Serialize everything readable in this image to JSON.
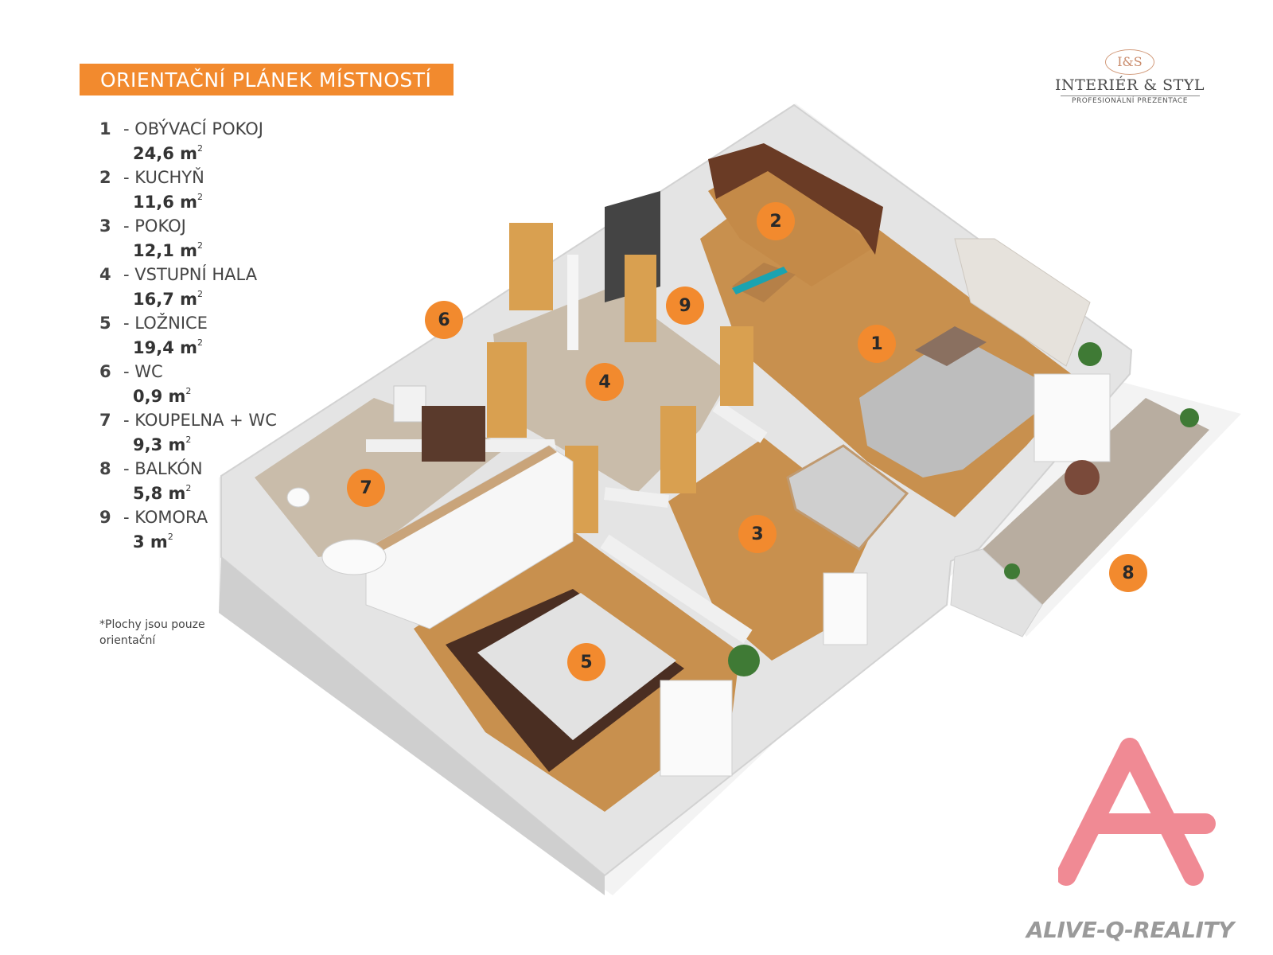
{
  "header": {
    "title": "ORIENTAČNÍ PLÁNEK MÍSTNOSTÍ"
  },
  "brand": {
    "monogram": "I&S",
    "name": "INTERIÉR & STYL",
    "tagline": "PROFESIONÁLNÍ PREZENTACE"
  },
  "legend": [
    {
      "number": "1",
      "name": "- OBÝVACÍ POKOJ",
      "area": "24,6 m",
      "unit_exp": "2"
    },
    {
      "number": "2",
      "name": "- KUCHYŇ",
      "area": "11,6 m",
      "unit_exp": "2"
    },
    {
      "number": "3",
      "name": "- POKOJ",
      "area": "12,1 m",
      "unit_exp": "2"
    },
    {
      "number": "4",
      "name": "- VSTUPNÍ HALA",
      "area": "16,7 m",
      "unit_exp": "2"
    },
    {
      "number": "5",
      "name": "- LOŽNICE",
      "area": "19,4 m",
      "unit_exp": "2"
    },
    {
      "number": "6",
      "name": "- WC",
      "area": "0,9 m",
      "unit_exp": "2"
    },
    {
      "number": "7",
      "name": "- KOUPELNA + WC",
      "area": "9,3 m",
      "unit_exp": "2"
    },
    {
      "number": "8",
      "name": "- BALKÓN",
      "area": "5,8 m",
      "unit_exp": "2"
    },
    {
      "number": "9",
      "name": "- KOMORA",
      "area": "3 m",
      "unit_exp": "2"
    }
  ],
  "note": "*Plochy jsou pouze orientační",
  "markers": [
    {
      "label": "1"
    },
    {
      "label": "2"
    },
    {
      "label": "3"
    },
    {
      "label": "4"
    },
    {
      "label": "5"
    },
    {
      "label": "6"
    },
    {
      "label": "7"
    },
    {
      "label": "8"
    },
    {
      "label": "9"
    }
  ],
  "watermark": {
    "text": "ALIVE-Q-REALITY",
    "color": "#f08a94"
  },
  "colors": {
    "accent": "#f28a2e",
    "floor_wood": "#c8904e",
    "floor_tile": "#c9bcaa",
    "wall": "#ececec"
  }
}
